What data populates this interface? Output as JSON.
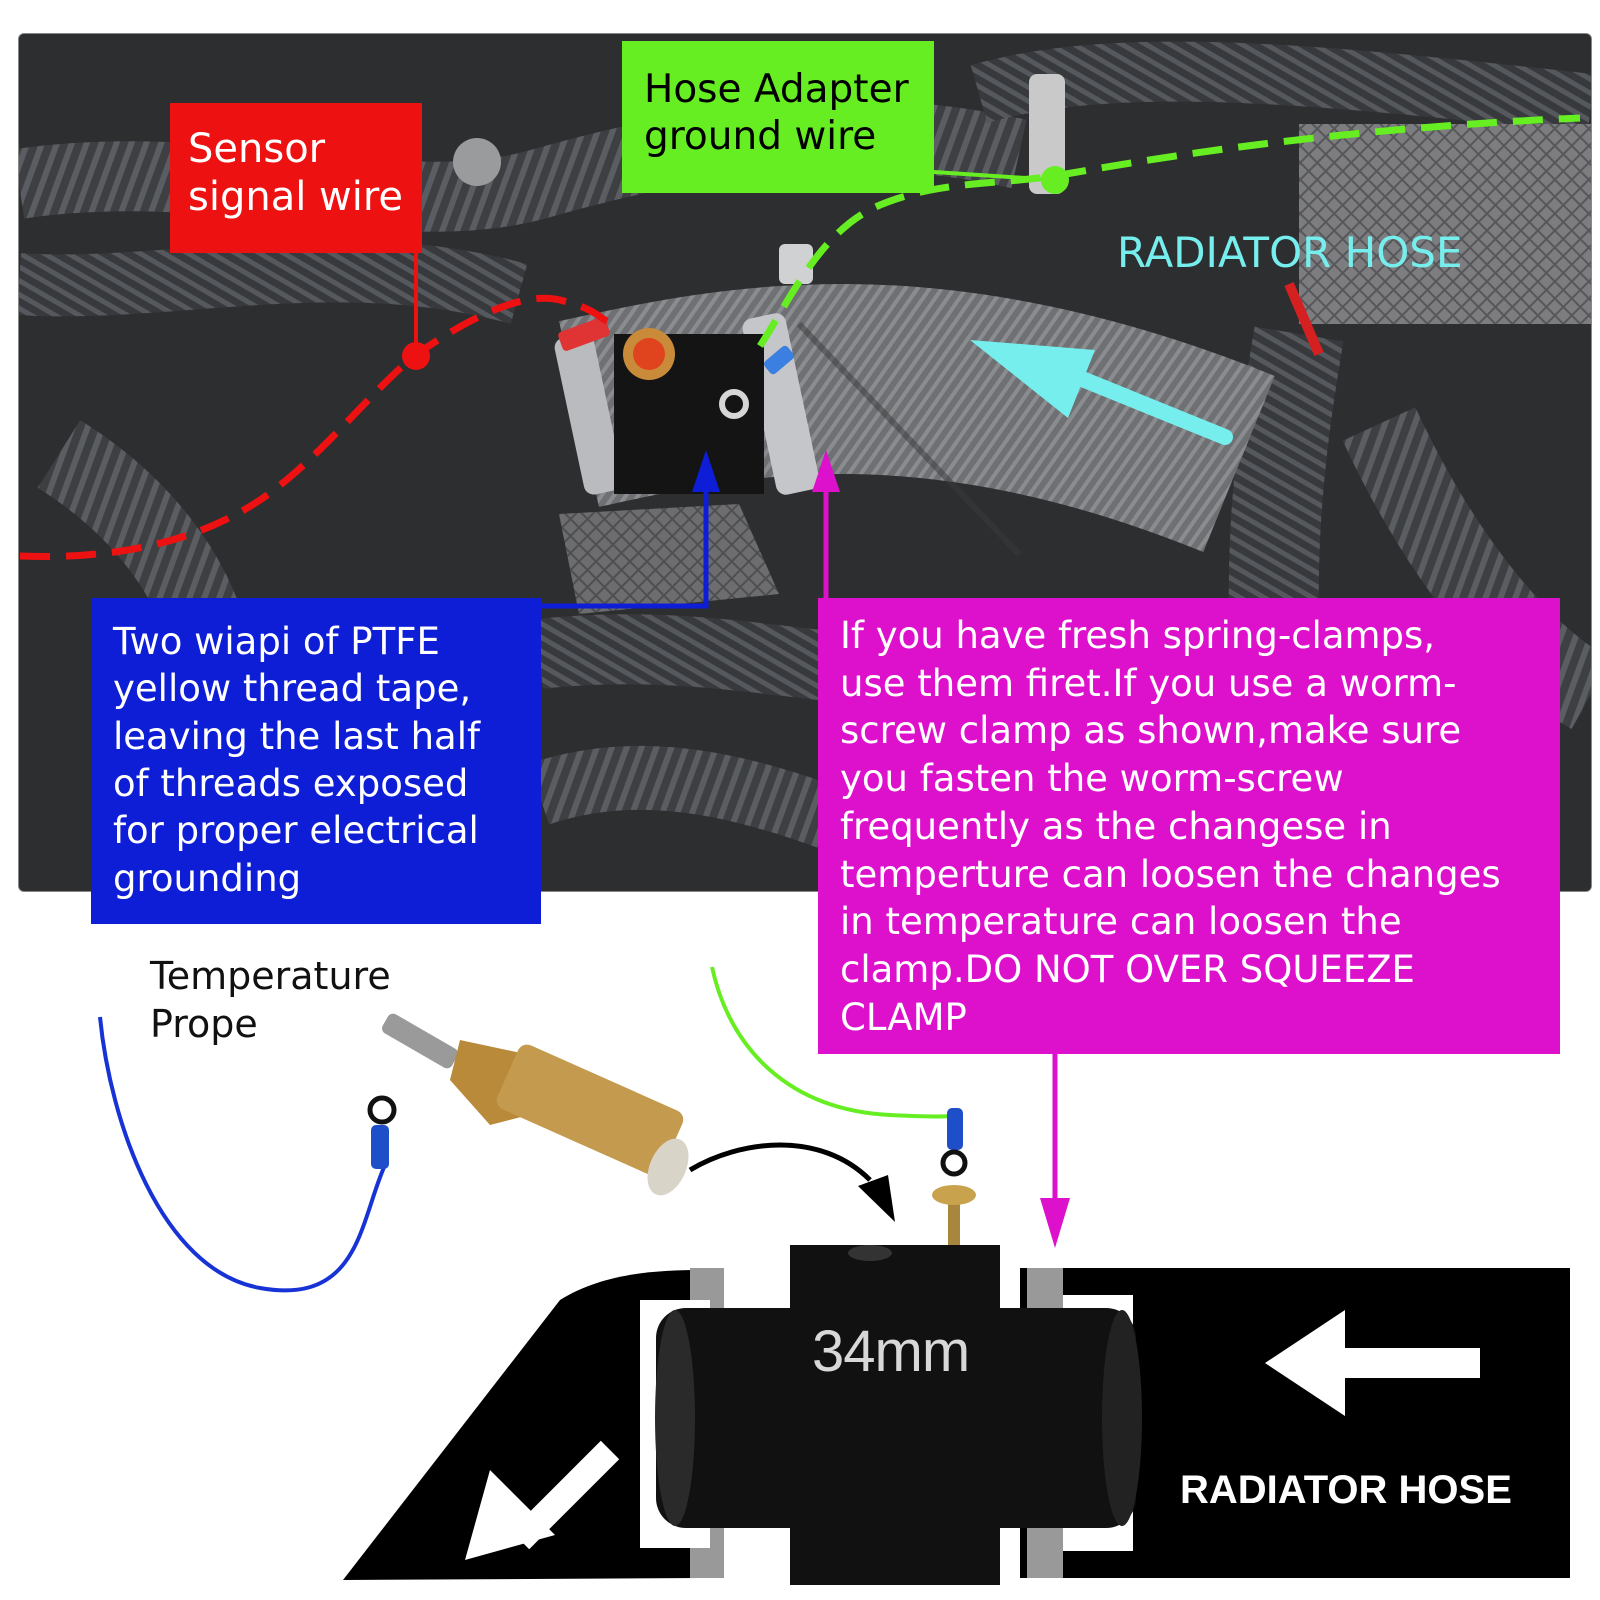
{
  "colors": {
    "sensor": "#ee1111",
    "ground": "#66ee22",
    "ptfe": "#0d1ed6",
    "clamp": "#dd11cc",
    "radiator_top": "#77eeee",
    "white": "#ffffff",
    "black": "#000000"
  },
  "callouts": {
    "sensor": "Sensor\nsignal wire",
    "ground": "Hose Adapter\nground wire",
    "ptfe": "Two wiapi of PTFE\nyellow thread tape,\nleaving the last half\nof threads exposed\nfor  proper electrical\ngrounding",
    "clamp": "If you have fresh spring-clamps,\nuse them firet.If you use a worm-\nscrew clamp as shown,make sure\nyou fasten the worm-screw\nfrequently as the changese in\ntemperture can loosen the changes\nin temperature can loosen the\nclamp.DO NOT OVER SQUEEZE\nCLAMP"
  },
  "labels": {
    "radiator_hose_top": "RADIATOR HOSE",
    "probe": "Temperature\nPrope",
    "adapter_size": "34mm",
    "radiator_hose_bottom": "RADIATOR HOSE"
  },
  "icons": [
    "flow-arrow-icon",
    "flow-arrow-left-icon",
    "flow-arrow-diagonal-icon",
    "ring-terminal-icon"
  ]
}
